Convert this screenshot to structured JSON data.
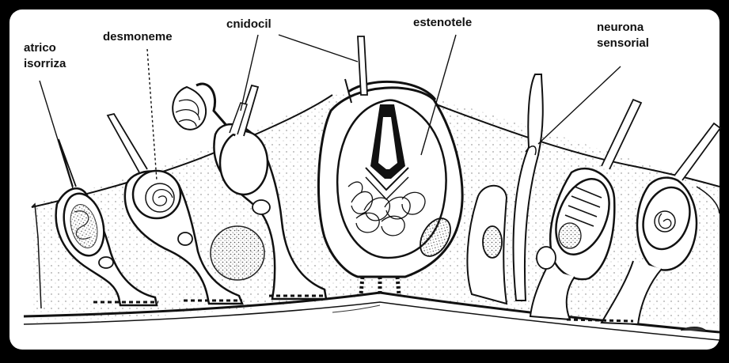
{
  "labels": {
    "atrico": "atrico",
    "isorriza": "isorriza",
    "desmoneme": "desmoneme",
    "cnidocil": "cnidocil",
    "estenotele": "estenotele",
    "neurona": "neurona",
    "sensorial": "sensorial"
  },
  "colors": {
    "frame": "#000000",
    "paper": "#ffffff",
    "ink": "#111111"
  }
}
